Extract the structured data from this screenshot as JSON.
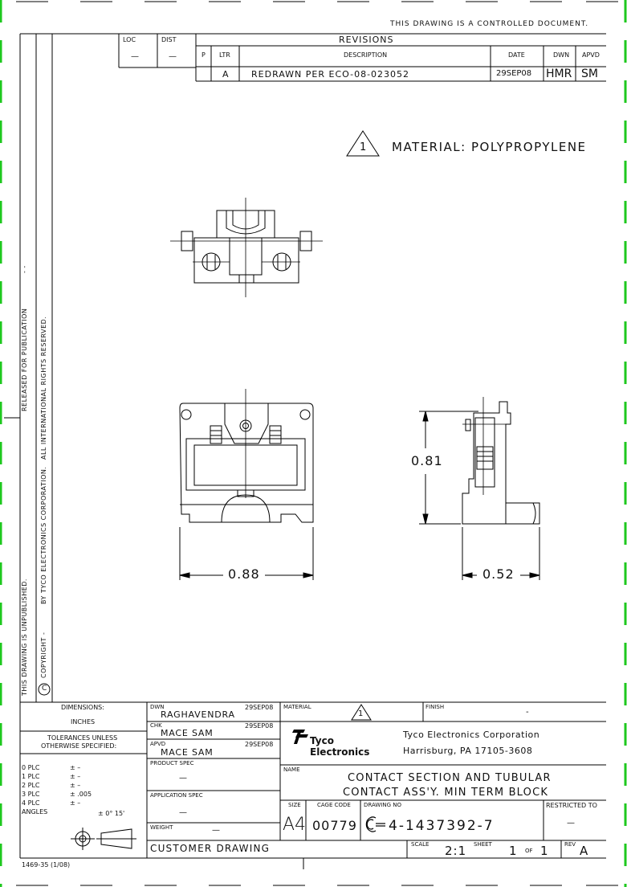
{
  "header": {
    "controlled_notice": "THIS DRAWING IS A CONTROLLED DOCUMENT.",
    "loc_label": "LOC",
    "loc_value": "—",
    "dist_label": "DIST",
    "dist_value": "—"
  },
  "revisions": {
    "title": "REVISIONS",
    "columns": {
      "p": "P",
      "ltr": "LTR",
      "description": "DESCRIPTION",
      "date": "DATE",
      "dwn": "DWN",
      "apvd": "APVD"
    },
    "rows": [
      {
        "ltr": "A",
        "description": "REDRAWN PER ECO-08-023052",
        "date": "29SEP08",
        "dwn": "HMR",
        "apvd": "SM"
      }
    ]
  },
  "notes": {
    "flag": "1",
    "material": "MATERIAL: POLYPROPYLENE"
  },
  "dimensions": {
    "width_front": "0.88",
    "height_side": "0.81",
    "width_side": "0.52"
  },
  "margin": {
    "unpublished": "THIS DRAWING IS UNPUBLISHED.",
    "released": "RELEASED FOR PUBLICATION",
    "copyright": "COPYRIGHT",
    "by_tyco": "BY TYCO ELECTRONICS CORPORATION.",
    "rights": "ALL INTERNATIONAL RIGHTS RESERVED.",
    "copyright_symbol": "C",
    "dash1": "-",
    "dash2": "-  -"
  },
  "title_block": {
    "dimensions_label": "DIMENSIONS:",
    "units": "INCHES",
    "tolerances": "TOLERANCES UNLESS",
    "otherwise": "OTHERWISE SPECIFIED:",
    "tol_rows": [
      {
        "label": "0  PLC",
        "value": "±  –"
      },
      {
        "label": "1  PLC",
        "value": "±  –"
      },
      {
        "label": "2  PLC",
        "value": "±  –"
      },
      {
        "label": "3  PLC",
        "value": "±  .005"
      },
      {
        "label": "4  PLC",
        "value": "±  –"
      }
    ],
    "angles_label": "ANGLES",
    "angles_value": "±  0° 15'",
    "dwn_label": "DWN",
    "dwn_name": "RAGHAVENDRA",
    "dwn_date": "29SEP08",
    "chk_label": "CHK",
    "chk_name": "MACE  SAM",
    "chk_date": "29SEP08",
    "apvd_label": "APVD",
    "apvd_name": "MACE  SAM",
    "apvd_date": "29SEP08",
    "product_spec_label": "PRODUCT SPEC",
    "product_spec_value": "—",
    "application_spec_label": "APPLICATION SPEC",
    "application_spec_value": "—",
    "weight_label": "WEIGHT",
    "weight_value": "—",
    "customer_drawing": "CUSTOMER  DRAWING",
    "material_label": "MATERIAL",
    "material_flag": "1",
    "finish_label": "FINISH",
    "finish_value": "-",
    "logo_tyco": "Tyco",
    "logo_electronics": "Electronics",
    "company_name": "Tyco  Electronics  Corporation",
    "company_address": "Harrisburg,  PA  17105-3608",
    "name_label": "NAME",
    "name_line1": "CONTACT  SECTION  AND  TUBULAR",
    "name_line2": "CONTACT  ASS'Y.  MIN  TERM  BLOCK",
    "size_label": "SIZE",
    "size_value": "A4",
    "cage_label": "CAGE CODE",
    "cage_value": "00779",
    "drawing_no_label": "DRAWING NO",
    "drawing_no_prefix": "C",
    "drawing_no_value": "4-1437392-7",
    "restricted_label": "RESTRICTED TO",
    "restricted_value": "—",
    "scale_label": "SCALE",
    "scale_value": "2:1",
    "sheet_label": "SHEET",
    "sheet_value": "1",
    "of_label": "OF",
    "of_value": "1",
    "rev_label": "REV",
    "rev_value": "A"
  },
  "footer": {
    "form_no": "1469-35  (1/08)"
  }
}
